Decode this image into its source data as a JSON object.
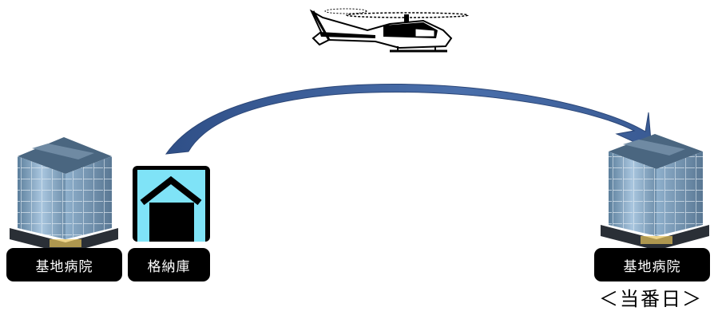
{
  "left_hospital_label": "基地病院",
  "hangar_label": "格納庫",
  "right_hospital_label": "基地病院",
  "duty_day_label": "＜当番日＞",
  "colors": {
    "arrow": "#3d5f9a",
    "hangar_fill": "#7fe3f7",
    "label_background": "#000000"
  },
  "icons": [
    "building-icon",
    "hangar-icon",
    "helicopter-icon",
    "flight-arrow"
  ]
}
